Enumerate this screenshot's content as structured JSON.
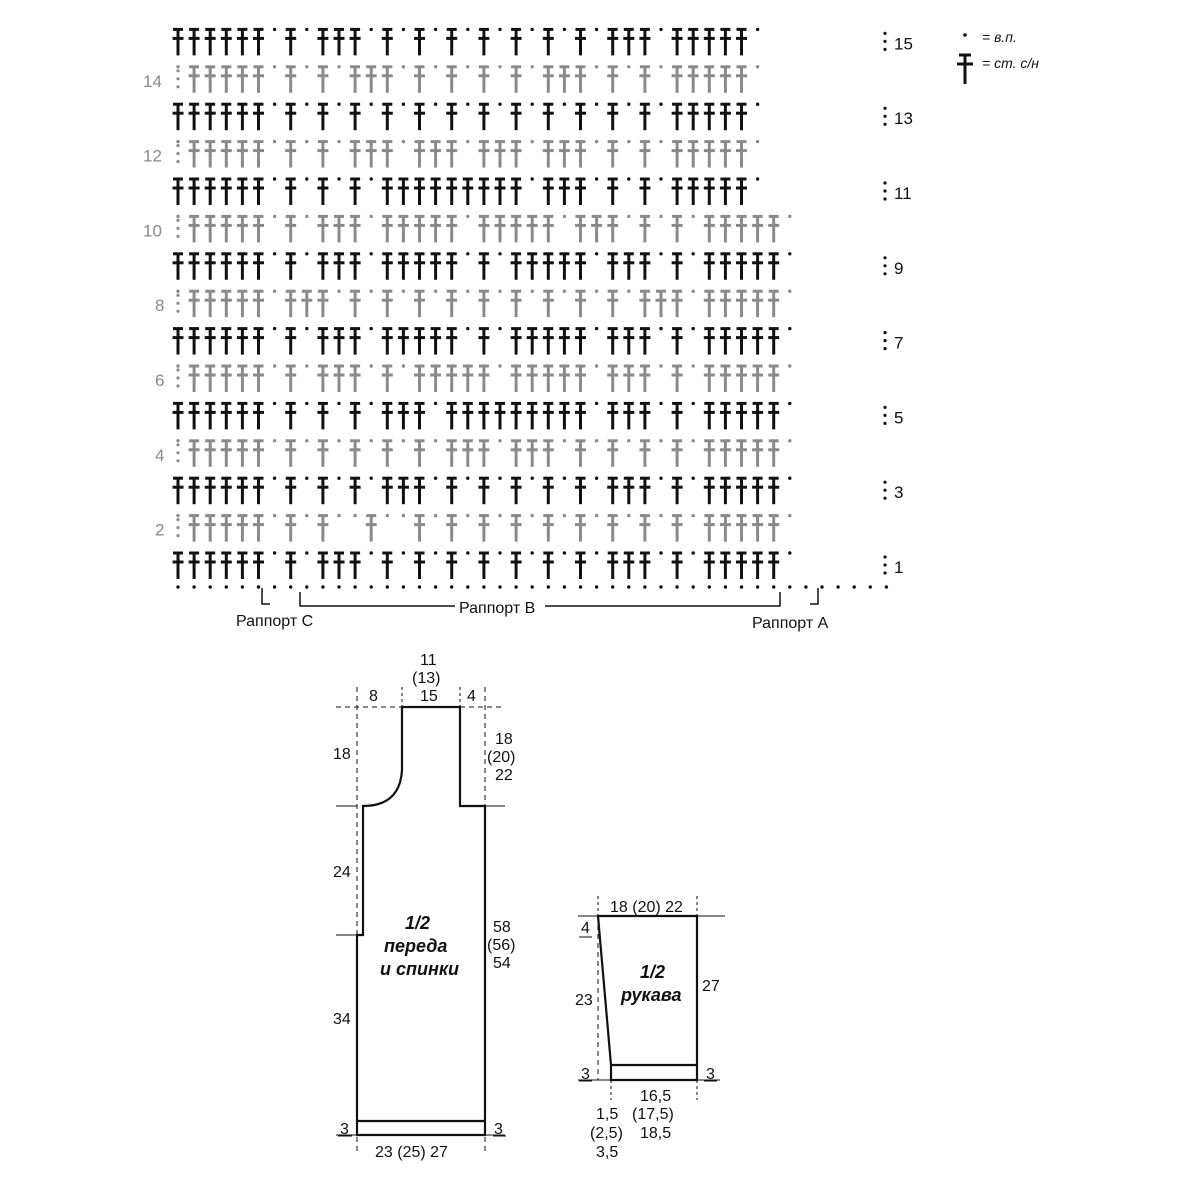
{
  "chart": {
    "rows": [
      {
        "n": "1",
        "pattern": "SSSSSSCSCSSSCSCSCSCSCSCSCSCSSSCSCSSSSSC"
      },
      {
        "n": "2",
        "pattern": "CSSSSSCSCSCCSCCSCSCSCSCSCSCSCSCSCSSSSSC"
      },
      {
        "n": "3",
        "pattern": "SSSSSSCSCSCSCSSSCSCSCSCSCSCSSSCSCSSSSSC"
      },
      {
        "n": "4",
        "pattern": "CSSSSSCSCSCSCSCSCSSSCSSSCSCSCSCSCSSSSSC"
      },
      {
        "n": "5",
        "pattern": "SSSSSSCSCSCSCSSSCSSSSSSSSSCSSSCSCSSSSSC"
      },
      {
        "n": "6",
        "pattern": "CSSSSSCSCSSSCSCSSSSSCSSSSSCSSSCSCSSSSSC"
      },
      {
        "n": "7",
        "pattern": "SSSSSSCSCSSSCSSSSSCSCSSSSSCSSSCSCSSSSSC"
      },
      {
        "n": "8",
        "pattern": "CSSSSSCSSSCSCSCSCSCSCSCSCSCSCSSSCSSSSSC"
      },
      {
        "n": "9",
        "pattern": "SSSSSSCSCSSSCSSSSSCSCSSSSSCSSSCSCSSSSSC"
      },
      {
        "n": "10",
        "pattern": "CSSSSSCSCSSSCSSSSSCSSSSSCSSSCSCSCSSSSSC"
      },
      {
        "n": "11",
        "pattern": "SSSSSSCSCSCSCSSSSSSSSSCSSSCSCSCSSSSSC"
      },
      {
        "n": "12",
        "pattern": "CSSSSSCSCSCSSSCSSSCSSSCSSSCSCSCSSSSSC"
      },
      {
        "n": "13",
        "pattern": "SSSSSSCSCSCSCSCSCSCSCSCSCSCSCSCSSSSSC"
      },
      {
        "n": "14",
        "pattern": "CSSSSSCSCSCSSSCSCSCSCSCSSSCSCSCSSSSSC"
      },
      {
        "n": "15",
        "pattern": "SSSSSSCSCSSSCSCSCSCSCSCSCSCSSSCSSSSSC"
      }
    ],
    "repeat_c": "Раппорт С",
    "repeat_b": "Раппорт В",
    "repeat_a": "Раппорт А"
  },
  "legend": {
    "chain": "= в.п.",
    "dc": "= ст. с/н"
  },
  "body_schematic": {
    "title_line1": "1/2",
    "title_line2": "переда",
    "title_line3": "и спинки",
    "top_width_line1": "11",
    "top_width_line2": "(13)",
    "top_width_line3": "15",
    "neck_width": "8",
    "shoulder_width": "4",
    "neck_depth": "18",
    "shoulder_height_line1": "18",
    "shoulder_height_line2": "(20)",
    "shoulder_height_line3": "22",
    "armhole_left": "24",
    "total_height_line1": "58",
    "total_height_line2": "(56)",
    "total_height_line3": "54",
    "lower_left": "34",
    "hem_left": "3",
    "hem_right": "3",
    "bottom_width": "23 (25) 27"
  },
  "sleeve_schematic": {
    "title_line1": "1/2",
    "title_line2": "рукава",
    "top_width": "18 (20) 22",
    "top_left": "4",
    "left_height": "23",
    "right_height": "27",
    "cuff_left": "3",
    "cuff_right": "3",
    "bottom_offset_line1": "1,5",
    "bottom_offset_line2": "(2,5)",
    "bottom_offset_line3": "3,5",
    "bottom_width_line1": "16,5",
    "bottom_width_line2": "(17,5)",
    "bottom_width_line3": "18,5"
  }
}
